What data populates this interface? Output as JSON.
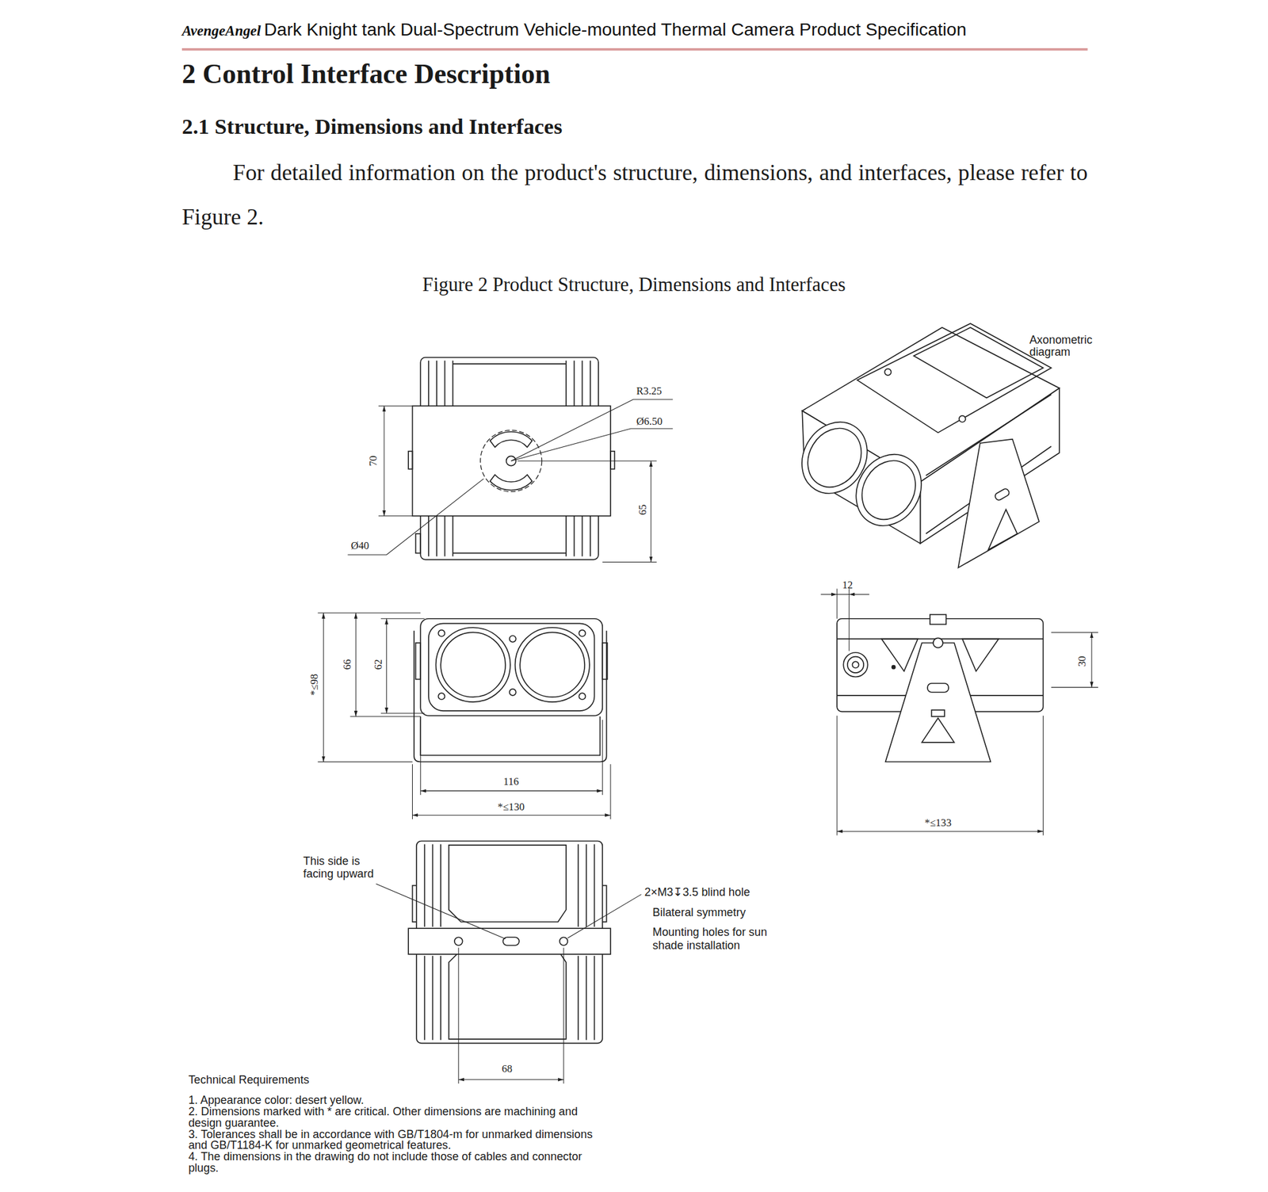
{
  "diagram": {
    "title": "2 Control Interface Description",
    "caption": "Figure 2 Product Structure, Dimensions and Interfaces",
    "labels": [
      "AvengeAngel",
      "Dark Knight tank",
      "Dual-Spectrum Vehicle-mounted Thermal Camera Product Specification",
      "2.1 Structure, Dimensions and Interfaces",
      "For detailed information on the product's structure, dimensions, and interfaces, please refer to Figure 2.",
      "Axonometric diagram",
      "R3.25",
      "Ø6.50",
      "70",
      "65",
      "Ø40",
      "*≤98",
      "66",
      "62",
      "116",
      "*≤130",
      "12",
      "30",
      "*≤133",
      "This side is facing upward",
      "2×M3↧3.5 blind hole",
      "Bilateral symmetry",
      "Mounting holes for sun shade installation",
      "68",
      "Technical Requirements",
      "1. Appearance color: desert yellow.",
      "2. Dimensions marked with * are critical. Other dimensions are machining and design guarantee.",
      "3. Tolerances shall be in accordance with GB/T1804-m for unmarked dimensions and GB/T1184-K for unmarked geometrical features.",
      "4. The dimensions in the drawing do not include those of cables and connector plugs."
    ]
  }
}
